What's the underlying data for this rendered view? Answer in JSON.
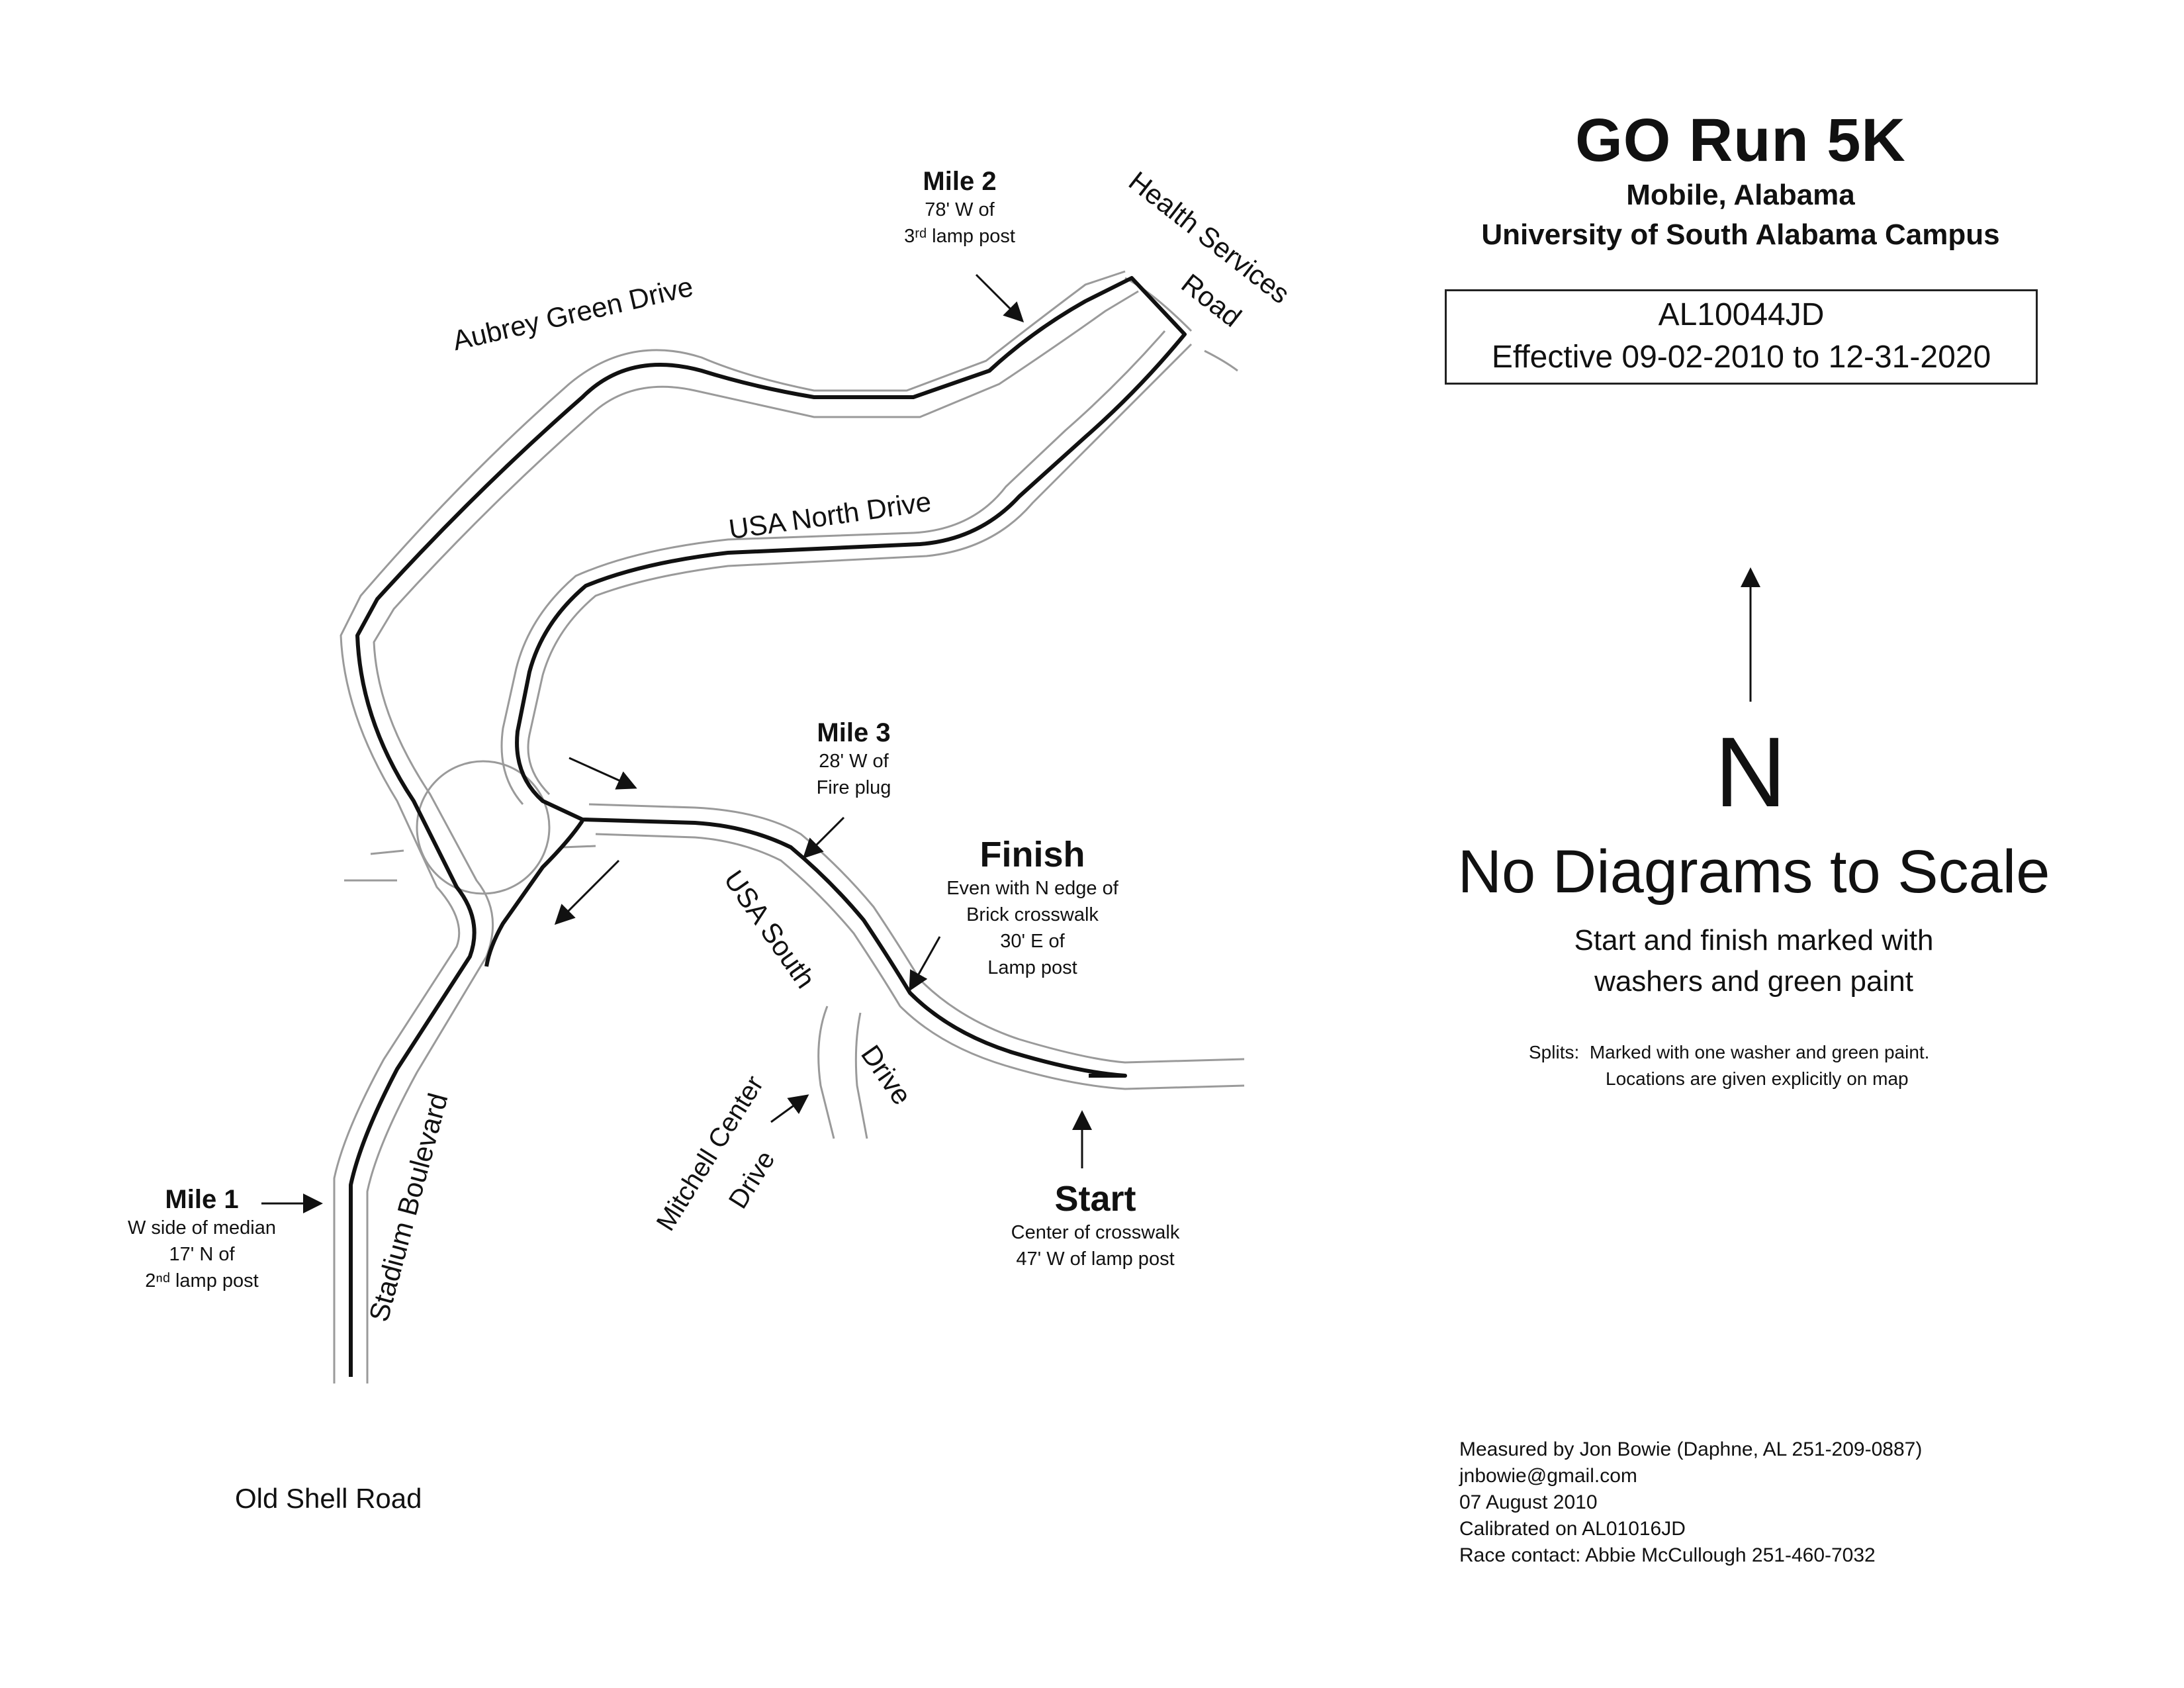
{
  "header": {
    "title": "GO Run 5K",
    "city": "Mobile, Alabama",
    "campus": "University of South Alabama Campus"
  },
  "certification": {
    "code": "AL10044JD",
    "effective": "Effective 09-02-2010 to 12-31-2020"
  },
  "north_arrow": {
    "label": "N"
  },
  "scale_note": {
    "headline": "No Diagrams to Scale",
    "line1": "Start and finish marked with",
    "line2": "washers and green paint"
  },
  "splits": {
    "label": "Splits:",
    "line1": "Marked with one washer and green paint.",
    "line2": "Locations are given explicitly on map"
  },
  "markers": {
    "mile1": {
      "title": "Mile 1",
      "lines": [
        "W side of median",
        "17' N of",
        "2ⁿᵈ lamp post"
      ]
    },
    "mile2": {
      "title": "Mile 2",
      "lines": [
        "78' W of",
        "3ʳᵈ lamp post"
      ]
    },
    "mile3": {
      "title": "Mile 3",
      "lines": [
        "28' W of",
        "Fire plug"
      ]
    },
    "finish": {
      "title": "Finish",
      "lines": [
        "Even with N edge of",
        "Brick crosswalk",
        "30' E of",
        "Lamp post"
      ]
    },
    "start": {
      "title": "Start",
      "lines": [
        "Center of crosswalk",
        "47' W of lamp post"
      ]
    }
  },
  "roads": {
    "aubrey_green": "Aubrey Green Drive",
    "health_services_1": "Health Services",
    "health_services_2": "Road",
    "usa_north": "USA North Drive",
    "usa_south": "USA South",
    "usa_south_2": "Drive",
    "mitchell_1": "Mitchell Center",
    "mitchell_2": "Drive",
    "stadium": "Stadium Boulevard",
    "old_shell": "Old Shell Road"
  },
  "credits": {
    "measured_by": "Measured by Jon Bowie (Daphne, AL 251-209-0887)",
    "email": "jnbowie@gmail.com",
    "date": "07 August 2010",
    "calibrated": "Calibrated on AL01016JD",
    "contact": "Race contact: Abbie McCullough 251-460-7032"
  },
  "colors": {
    "ink": "#111111",
    "road_edge": "#9a9a9a",
    "background": "#ffffff"
  }
}
